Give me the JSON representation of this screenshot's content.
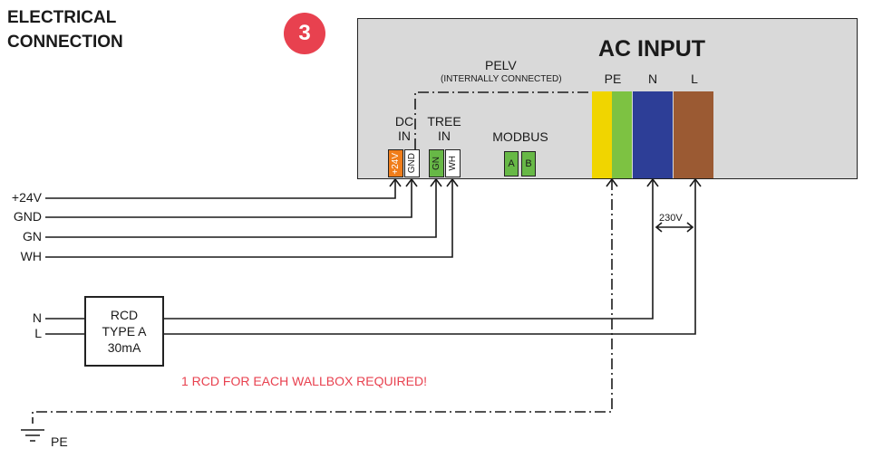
{
  "header": {
    "title_line1": "ELECTRICAL",
    "title_line2": "CONNECTION",
    "step_number": "3"
  },
  "device": {
    "ac_input_title": "AC INPUT",
    "pelv_label": "PELV",
    "pelv_note": "(INTERNALLY CONNECTED)",
    "ac_terminals": [
      {
        "label": "PE",
        "color": "#7dc242",
        "stripe": "#f0d500"
      },
      {
        "label": "N",
        "color": "#2d3e97"
      },
      {
        "label": "L",
        "color": "#9b5a33"
      }
    ],
    "dc_in": {
      "line1": "DC",
      "line2": "IN",
      "pins": [
        "+24V",
        "GND"
      ]
    },
    "tree_in": {
      "line1": "TREE",
      "line2": "IN",
      "pins": [
        "GN",
        "WH"
      ]
    },
    "modbus": {
      "label": "MODBUS",
      "pins": [
        "A",
        "B"
      ]
    },
    "colors": {
      "orange": "#f07d1a",
      "green": "#67b846",
      "white": "#ffffff"
    }
  },
  "wires": {
    "signal_labels": [
      "+24V",
      "GND",
      "GN",
      "WH"
    ],
    "power_labels": [
      "N",
      "L"
    ],
    "voltage": "230V",
    "ground_label": "PE"
  },
  "rcd": {
    "line1": "RCD",
    "line2": "TYPE A",
    "line3": "30mA"
  },
  "warning": "1 RCD FOR EACH WALLBOX REQUIRED!",
  "accent_color": "#e8414f"
}
